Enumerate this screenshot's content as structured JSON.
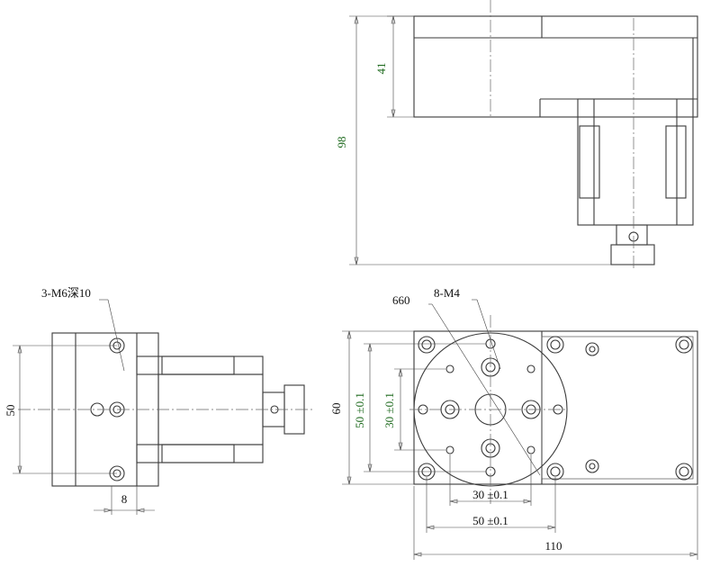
{
  "colors": {
    "line": "#3a3a3a",
    "dimension_green": "#1f6b1f",
    "dimension_black": "#111111"
  },
  "labels": {
    "height_total": "98",
    "height_top": "41",
    "width_side": "50",
    "hole_spacing": "8",
    "side_holes_note": "3-M6深10",
    "bottom_holes_note": "8-M4",
    "circle_diameter": "660",
    "height_60": "60",
    "inner_50": "50 ±0.1",
    "inner_30": "30 ±0.1",
    "bottom_30": "30 ±0.1",
    "bottom_50": "50 ±0.1",
    "width_110": "110"
  }
}
